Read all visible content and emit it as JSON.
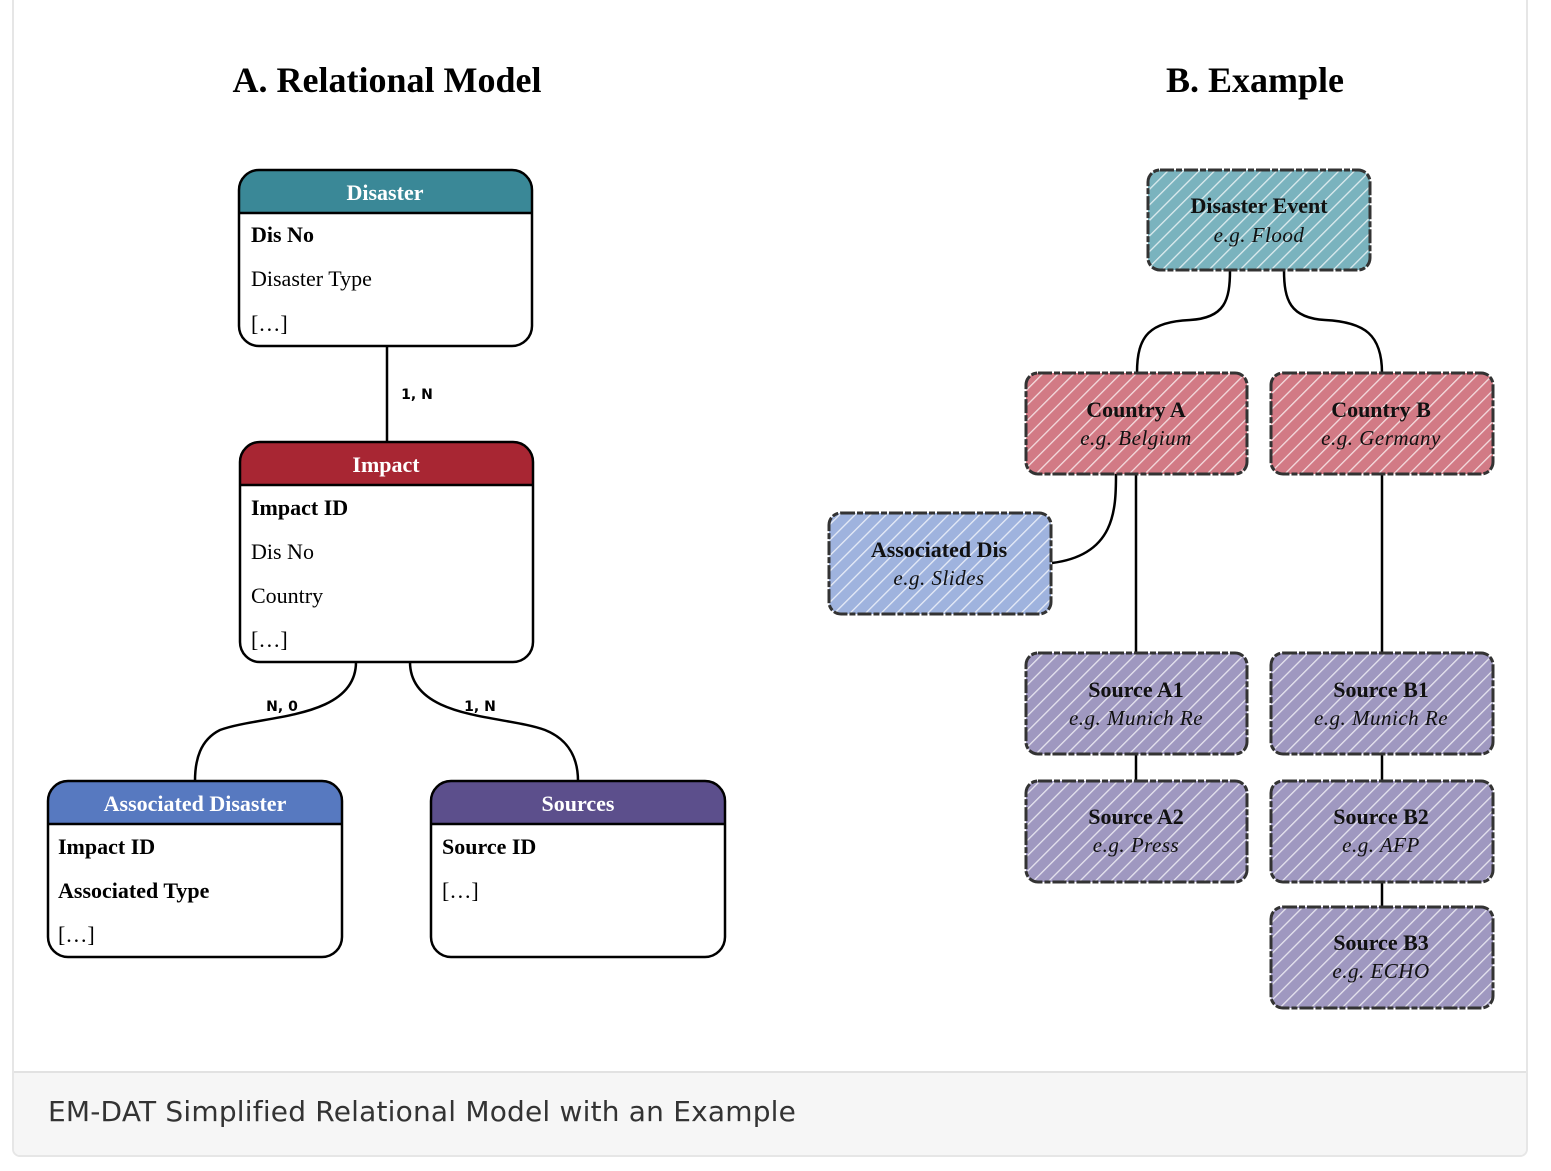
{
  "titles": {
    "left": "A. Relational Model",
    "right": "B. Example"
  },
  "colors": {
    "disaster": "#3a8897",
    "impact": "#a82633",
    "associated": "#5779c0",
    "sources": "#5c4f8c",
    "ex_event": "#7ab3be",
    "ex_country": "#d27a85",
    "ex_assoc": "#9fb3de",
    "ex_source": "#9f98c0"
  },
  "entities": {
    "disaster": {
      "header": "Disaster",
      "fields": [
        "Dis No",
        "Disaster Type",
        "[…]"
      ]
    },
    "impact": {
      "header": "Impact",
      "fields": [
        "Impact ID",
        "Dis No",
        "Country",
        "[…]"
      ]
    },
    "associated": {
      "header": "Associated Disaster",
      "fields": [
        "Impact ID",
        "Associated Type",
        "[…]"
      ]
    },
    "sources": {
      "header": "Sources",
      "fields": [
        "Source ID",
        "[…]"
      ]
    }
  },
  "cardinalities": {
    "disaster_impact": "1, N",
    "impact_associated": "N, 0",
    "impact_sources": "1, N"
  },
  "example": {
    "event": {
      "title": "Disaster Event",
      "sub": "e.g. Flood"
    },
    "country_a": {
      "title": "Country A",
      "sub": "e.g. Belgium"
    },
    "country_b": {
      "title": "Country B",
      "sub": "e.g. Germany"
    },
    "assoc": {
      "title": "Associated Dis",
      "sub": "e.g. Slides"
    },
    "source_a1": {
      "title": "Source A1",
      "sub": "e.g. Munich Re"
    },
    "source_a2": {
      "title": "Source A2",
      "sub": "e.g. Press"
    },
    "source_b1": {
      "title": "Source B1",
      "sub": "e.g. Munich Re"
    },
    "source_b2": {
      "title": "Source B2",
      "sub": "e.g. AFP"
    },
    "source_b3": {
      "title": "Source B3",
      "sub": "e.g. ECHO"
    }
  },
  "caption": "EM-DAT Simplified Relational Model with an Example"
}
